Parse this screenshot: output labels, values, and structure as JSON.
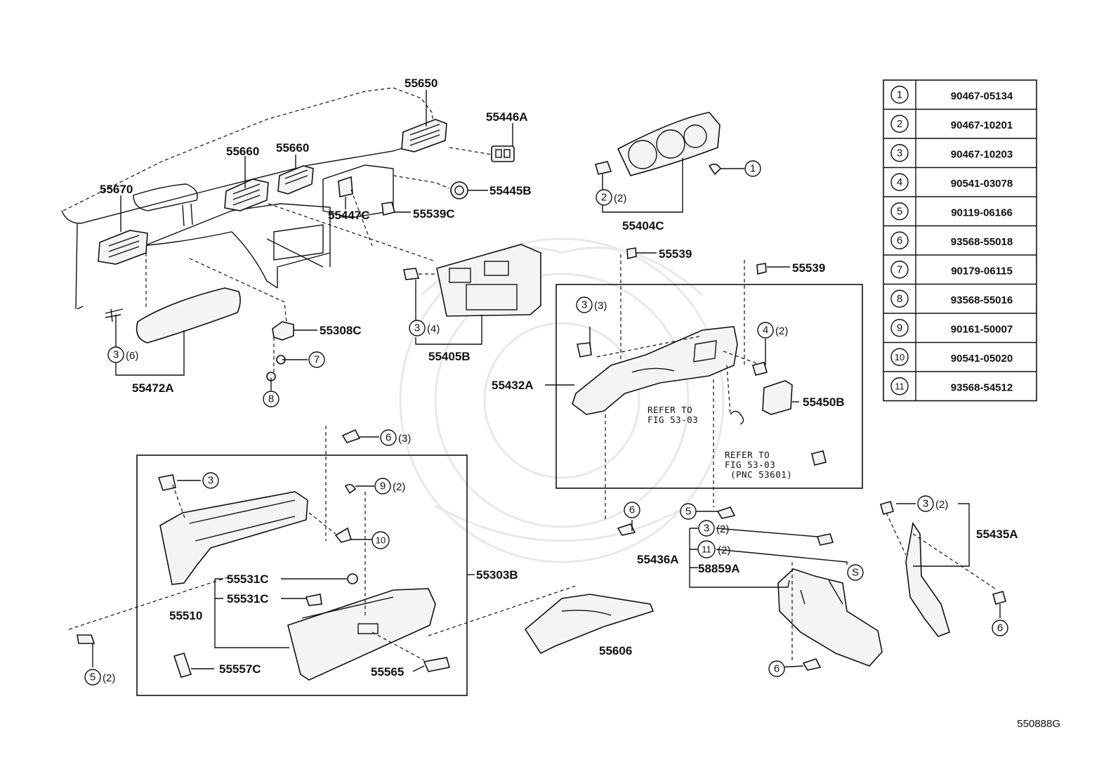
{
  "diagram_id": "550888G",
  "labels": {
    "p55650": "55650",
    "p55446A": "55446A",
    "p55660a": "55660",
    "p55660b": "55660",
    "p55670": "55670",
    "p55445B": "55445B",
    "p55447C": "55447C",
    "p55539C": "55539C",
    "p55404C": "55404C",
    "p55539a": "55539",
    "p55539b": "55539",
    "p55308C": "55308C",
    "p55405B": "55405B",
    "p55472A": "55472A",
    "p55432A": "55432A",
    "p55450B": "55450B",
    "p55303B": "55303B",
    "p55531Ca": "55531C",
    "p55531Cb": "55531C",
    "p55510": "55510",
    "p55557C": "55557C",
    "p55565": "55565",
    "p55606": "55606",
    "p55436A": "55436A",
    "p58859A": "58859A",
    "p55435A": "55435A"
  },
  "refs": {
    "ref1_line1": "REFER TO",
    "ref1_line2": "FIG 53-03",
    "ref2_line1": "REFER TO",
    "ref2_line2": "FIG 53-03",
    "ref2_line3": "(PNC 53601)"
  },
  "qty": {
    "q2_2": "(2)",
    "q3_3": "(3)",
    "q3_4": "(4)",
    "q3_6": "(6)",
    "q4_2": "(2)",
    "q6_3": "(3)",
    "q9_2": "(2)",
    "q5_2": "(2)",
    "q3_2a": "(2)",
    "q11_2": "(2)",
    "q3_2b": "(2)"
  },
  "callouts": {
    "c1": "1",
    "c2": "2",
    "c3a": "3",
    "c3b": "3",
    "c3c": "3",
    "c3d": "3",
    "c3e": "3",
    "c3f": "3",
    "c4": "4",
    "c5a": "5",
    "c5b": "5",
    "c6a": "6",
    "c6b": "6",
    "c6c": "6",
    "c6d": "6",
    "c7": "7",
    "c8": "8",
    "c9": "9",
    "c10": "10",
    "c11": "11",
    "cS": "S"
  },
  "fastener_table": [
    {
      "no": "1",
      "part": "90467-05134"
    },
    {
      "no": "2",
      "part": "90467-10201"
    },
    {
      "no": "3",
      "part": "90467-10203"
    },
    {
      "no": "4",
      "part": "90541-03078"
    },
    {
      "no": "5",
      "part": "90119-06166"
    },
    {
      "no": "6",
      "part": "93568-55018"
    },
    {
      "no": "7",
      "part": "90179-06115"
    },
    {
      "no": "8",
      "part": "93568-55016"
    },
    {
      "no": "9",
      "part": "90161-50007"
    },
    {
      "no": "10",
      "part": "90541-05020"
    },
    {
      "no": "11",
      "part": "93568-54512"
    }
  ]
}
